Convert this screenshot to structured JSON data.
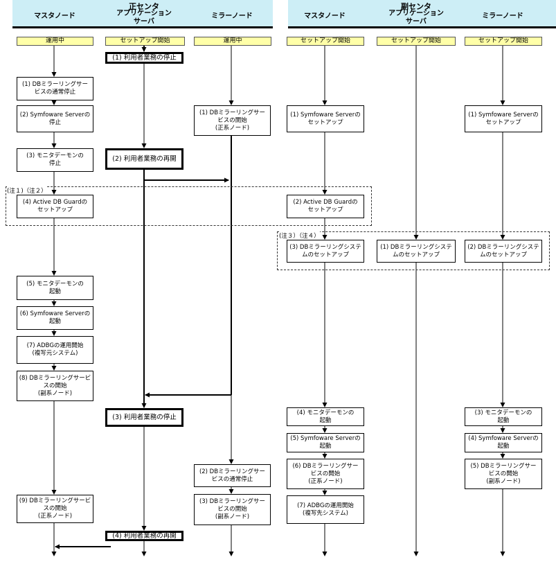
{
  "headers": {
    "primary_center": "正センタ",
    "secondary_center": "副センタ",
    "p_master": "マスタノード",
    "p_app": "アプリケーション\nサーバ",
    "p_mirror": "ミラーノード",
    "s_master": "マスタノード",
    "s_app": "アプリケーション\nサーバ",
    "s_mirror": "ミラーノード"
  },
  "states": {
    "p_master": "運用中",
    "p_app": "セットアップ開始",
    "p_mirror": "運用中",
    "s_master": "セットアップ開始",
    "s_app": "セットアップ開始",
    "s_mirror": "セットアップ開始"
  },
  "notes": {
    "primary": "(注１)（注２）",
    "secondary": "(注３）（注４）"
  },
  "boxes": {
    "pm1": "(1) DBミラーリングサー\nビスの通常停止",
    "pm2": "(2) Symfoware Serverの\n停止",
    "pm3": "(3) モニタデーモンの\n停止",
    "pm4": "(4) Active DB Guardの\nセットアップ",
    "pm5": "(5) モニタデーモンの\n起動",
    "pm6": "(6) Symfoware Serverの\n起動",
    "pm7": "(7) ADBGの運用開始\n(複写元システム)",
    "pm8": "(8) DBミラーリングサービ\nスの開始\n(副系ノード)",
    "pm9": "(9) DBミラーリングサービ\nスの開始\n(正系ノード)",
    "pa1": "(1) 利用者業務の停止",
    "pa2": "(2) 利用者業務の再開",
    "pa3": "(3) 利用者業務の停止",
    "pa4": "(4) 利用者業務の再開",
    "pr1": "(1) DBミラーリングサー\nビスの開始\n(正系ノード)",
    "pr2": "(2) DBミラーリングサー\nビスの通常停止",
    "pr3": "(3) DBミラーリングサー\nビスの開始\n(副系ノード)",
    "sm1": "(1) Symfoware Serverの\nセットアップ",
    "sm2": "(2) Active DB Guardの\nセットアップ",
    "sm3": "(3) DBミラーリングシステ\nムのセットアップ",
    "sm4": "(4) モニタデーモンの\n起動",
    "sm5": "(5) Symfoware Serverの\n起動",
    "sm6": "(6) DBミラーリングサー\nビスの開始\n(正系ノード)",
    "sm7": "(7) ADBGの運用開始\n(複写先システム)",
    "sa1": "(1) DBミラーリングシステ\nムのセットアップ",
    "sr1": "(1) Symfoware Serverの\nセットアップ",
    "sr2": "(2) DBミラーリングシステ\nムのセットアップ",
    "sr3": "(3) モニタデーモンの\n起動",
    "sr4": "(4) Symfoware Serverの\n起動",
    "sr5": "(5) DBミラーリングサー\nビスの開始\n(副系ノード)"
  }
}
